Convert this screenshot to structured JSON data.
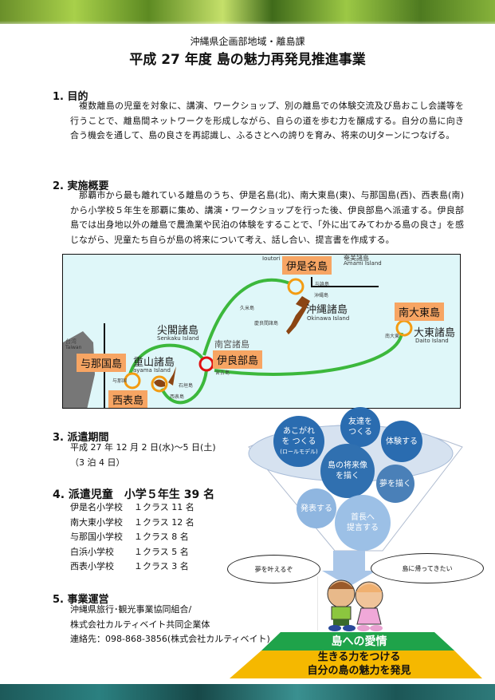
{
  "header": {
    "department": "沖縄県企画部地域・離島課",
    "title": "平成 27 年度  島の魅力再発見推進事業"
  },
  "sections": {
    "purpose": {
      "heading": "1. 目的",
      "text": "複数離島の児童を対象に、講演、ワークショップ、別の離島での体験交流及び島おこし会議等を行うことで、離島間ネットワークを形成しながら、自らの道を歩む力を醸成する。自分の島に向き合う機会を通して、島の良さを再認識し、ふるさとへの誇りを育み、将来のUJターンにつなげる。"
    },
    "overview": {
      "heading": "2. 実施概要",
      "text": "那覇市から最も離れている離島のうち、伊是名島(北)、南大東島(東)、与那国島(西)、西表島(南)から小学校５年生を那覇に集め、講演・ワークショップを行った後、伊良部島へ派遣する。伊良部島では出身地以外の離島で農漁業や民泊の体験をすることで、「外に出てみてわかる島の良さ」を感じながら、児童たち自らが島の将来について考え、話し合い、提言書を作成する。"
    },
    "period": {
      "heading": "3. 派遣期間",
      "dates": "平成 27 年 12 月 2 日(水)～5 日(土)",
      "duration": "（3 泊 4 日）"
    },
    "children": {
      "heading": "4. 派遣児童　小学５年生 39 名",
      "schools": [
        {
          "name": "伊是名小学校",
          "classes": "１クラス",
          "count": "11 名"
        },
        {
          "name": "南大東小学校",
          "classes": "１クラス",
          "count": "12 名"
        },
        {
          "name": "与那国小学校",
          "classes": "１クラス",
          "count": "8 名"
        },
        {
          "name": "白浜小学校",
          "classes": "１クラス",
          "count": "5 名"
        },
        {
          "name": "西表小学校",
          "classes": "１クラス",
          "count": "3 名"
        }
      ]
    },
    "operation": {
      "heading": "5. 事業運営",
      "lines": [
        "沖縄県旅行･観光事業協同組合/",
        "株式会社カルティベイト共同企業体",
        "連絡先：098-868-3856(株式会社カルティベイト)"
      ]
    }
  },
  "map": {
    "highlight_labels": {
      "izena": "伊是名島",
      "minamidaito": "南大東島",
      "yonaguni": "与那国島",
      "iriomote": "西表島",
      "irabu": "伊良部島"
    },
    "regions": {
      "okinawa": "沖縄諸島",
      "okinawa_en": "Okinawa Island",
      "daito": "大東諸島",
      "daito_en": "Daito Island",
      "senkaku": "尖閣諸島",
      "senkaku_en": "Senkaku Island",
      "yaeyama": "重山諸島",
      "yaeyama_en": "ayama Island",
      "taiwan": "台湾",
      "taiwan_en": "Taiwan",
      "amami": "奄美諸島",
      "amami_en": "Amami Island",
      "ioutori": "Ioutori",
      "miyako": "南宮諸島"
    },
    "small": {
      "kume": "久米島",
      "kerama": "慶良間諸島",
      "miyakojima": "宮古島",
      "ishigaki": "石垣島",
      "okinawajima": "沖縄島",
      "yoron": "与論島",
      "minamidaito_small": "南大東",
      "yonaguni_small": "与那国",
      "iriomote_small": "西表島"
    },
    "colors": {
      "highlight": "#f7a563",
      "circle": "#f39c12",
      "irabu_circle": "#e01010",
      "arrow": "#3cb83c"
    }
  },
  "diagram": {
    "bubbles": [
      "あこがれを つくる",
      "(ロールモデル)",
      "友達を つくる",
      "体験する",
      "島の将来像 を描く",
      "夢を描く",
      "発表する",
      "首長へ 提言する"
    ],
    "speech_left": "夢を叶えるぞ",
    "speech_right": "島に帰ってきたい",
    "pyramid_top": "島への愛情",
    "pyramid_bottom_1": "生きる力をつける",
    "pyramid_bottom_2": "自分の島の魅力を発見"
  }
}
